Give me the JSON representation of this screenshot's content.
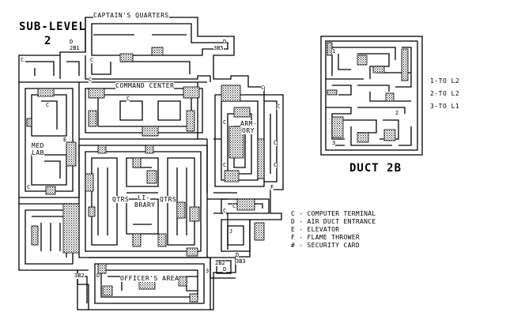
{
  "title": {
    "line1": "SUB-LEVEL",
    "line2": "2"
  },
  "rooms": {
    "captains_quarters": "CAPTAIN'S QUARTERS",
    "command_center": "COMMAND CENTER",
    "armory_1": "ARM-",
    "armory_2": "ORY",
    "med_lab_1": "MED",
    "med_lab_2": "LAB",
    "library_1": "LI-",
    "library_2": "BRARY",
    "qtrs_left": "QTRS",
    "qtrs_right": "QTRS",
    "officers_area": "OFFICER'S AREA"
  },
  "duct_codes": {
    "d2b1": "2B1",
    "d3b5": "3B5",
    "d2b2": "2B2",
    "d3b3": "3B3",
    "d3b2": "3B2"
  },
  "markers": {
    "c": "C",
    "d": "D",
    "e": "E",
    "f": "F",
    "j": "J",
    "three": "3"
  },
  "duct": {
    "title": "DUCT 2B",
    "exits": [
      "1-TO L2",
      "2-TO L2",
      "3-TO L1"
    ],
    "nums": [
      "1",
      "2",
      "3"
    ]
  },
  "legend": [
    "C - COMPUTER TERMINAL",
    "D - AIR DUCT ENTRANCE",
    "E - ELEVATOR",
    "F - FLAME THROWER",
    "# - SECURITY CARD"
  ]
}
